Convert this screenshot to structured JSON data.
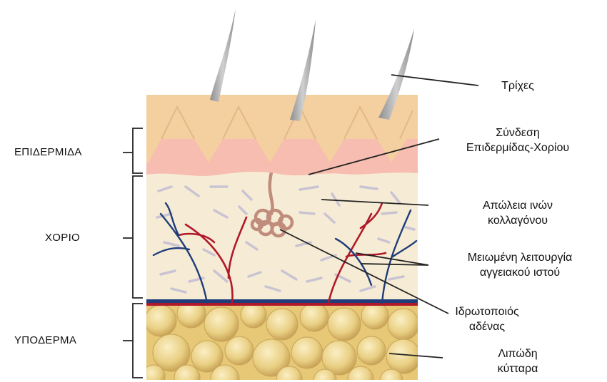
{
  "layers": {
    "epidermis": "ΕΠΙΔΕΡΜΙΔΑ",
    "dermis": "ΧΟΡΙΟ",
    "hypodermis": "ΥΠΟΔΕΡΜΑ"
  },
  "callouts": {
    "hairs": "Τρίχες",
    "junction_line1": "Σύνδεση",
    "junction_line2": "Επιδερμίδας-Χορίου",
    "collagen_line1": "Απώλεια ινών",
    "collagen_line2": "κολλαγόνου",
    "vascular_line1": "Μειωμένη λειτουργία",
    "vascular_line2": "αγγειακού ιστού",
    "sweat_line1": "Ιδρωτοποιός",
    "sweat_line2": "αδένας",
    "fat_line1": "Λιπώδη",
    "fat_line2": "κύτταρα"
  },
  "colors": {
    "epidermis_top": "#f4cfa0",
    "epidermis_pink": "#f6bdb0",
    "dermis": "#f6ecd5",
    "fiber": "#c9c3d3",
    "artery": "#b0192a",
    "vein": "#1f3d7a",
    "fat": "#e8cf86",
    "hair": "#a9a9a9",
    "gland": "#c08c7c"
  }
}
